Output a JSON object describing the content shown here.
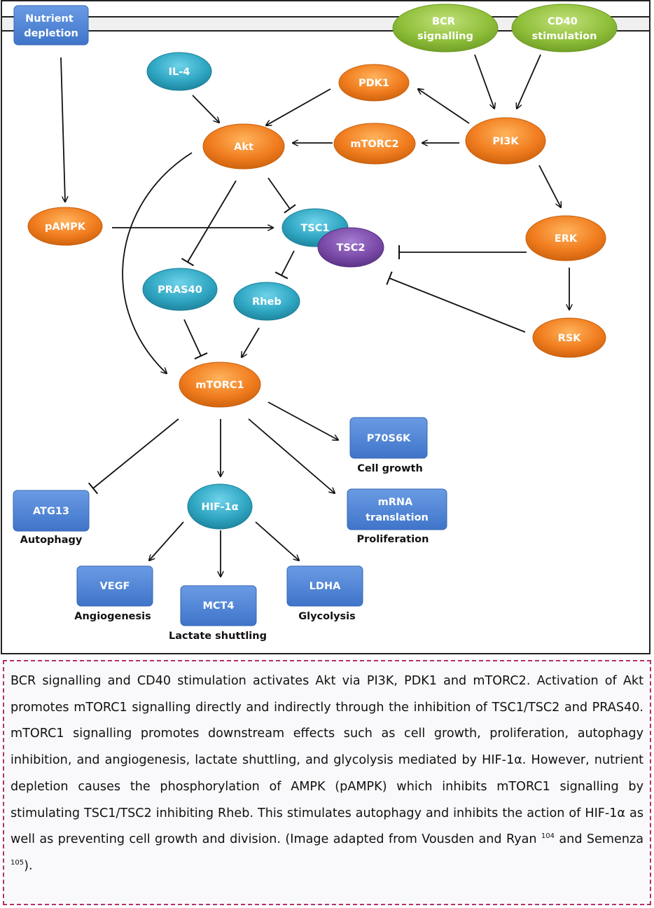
{
  "nodes": {
    "nutrient_depletion": [
      "Nutrient",
      "depletion"
    ],
    "bcr_signalling": [
      "BCR",
      "signalling"
    ],
    "cd40_stimulation": [
      "CD40",
      "stimulation"
    ],
    "il4": "IL-4",
    "pdk1": "PDK1",
    "akt": "Akt",
    "mtorc2": "mTORC2",
    "pi3k": "PI3K",
    "pampk": "pAMPK",
    "tsc1": "TSC1",
    "tsc2": "TSC2",
    "erk": "ERK",
    "pras40": "PRAS40",
    "rheb": "Rheb",
    "rsk": "RSK",
    "mtorc1": "mTORC1",
    "p70s6k": "P70S6K",
    "mrna_translation": [
      "mRNA",
      "translation"
    ],
    "atg13": "ATG13",
    "hif1a": "HIF-1α",
    "vegf": "VEGF",
    "mct4": "MCT4",
    "ldha": "LDHA"
  },
  "outcomes": {
    "cell_growth": "Cell growth",
    "proliferation": "Proliferation",
    "autophagy": "Autophagy",
    "angiogenesis": "Angiogenesis",
    "lactate_shuttling": "Lactate shuttling",
    "glycolysis": "Glycolysis"
  },
  "colors": {
    "orange": "#f07c1e",
    "teal": "#2fa6c2",
    "purple": "#7a4aa8",
    "green": "#8fbf3a",
    "box_blue": "#4f86d8",
    "caption_border": "#b2306a"
  },
  "caption": {
    "text_1": "BCR signalling and CD40 stimulation activates Akt via PI3K, PDK1 and mTORC2.  Activation of Akt promotes mTORC1 signalling directly and indirectly through the inhibition of TSC1/TSC2 and PRAS40.  mTORC1 signalling promotes downstream effects such as cell growth, proliferation, autophagy inhibition, and angiogenesis, lactate shuttling, and glycolysis mediated by HIF-1α. However, nutrient depletion causes the phosphorylation of AMPK (pAMPK) which inhibits mTORC1 signalling by stimulating TSC1/TSC2 inhibiting Rheb.  This stimulates autophagy and inhibits the action of HIF-1α as well as preventing cell growth and division.  (Image adapted from Vousden and Ryan ",
    "ref_1": "104",
    "text_2": " and Semenza ",
    "ref_2": "105",
    "text_3": ")."
  }
}
